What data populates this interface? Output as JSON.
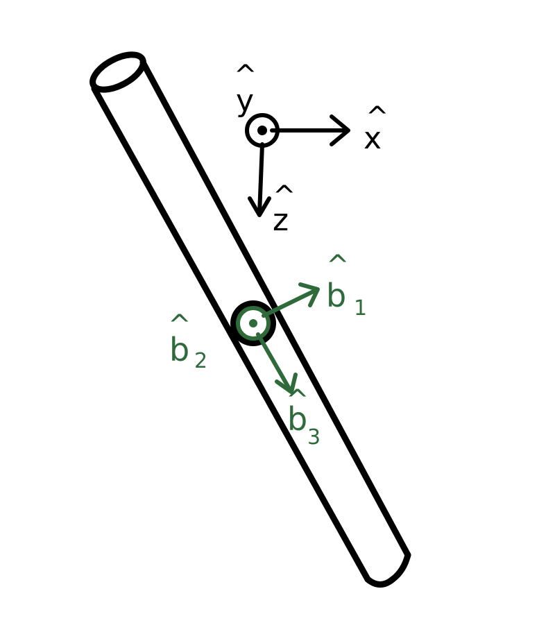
{
  "colors": {
    "ink": "#000000",
    "body_frame": "#2f6b3a",
    "background": "#ffffff"
  },
  "inertial_frame": {
    "x_label": "x",
    "y_label": "y",
    "z_label": "z",
    "hat": "^"
  },
  "body_frame": {
    "b1_label": "b",
    "b1_sub": "1",
    "b2_label": "b",
    "b2_sub": "2",
    "b3_label": "b",
    "b3_sub": "3",
    "hat": "^"
  }
}
